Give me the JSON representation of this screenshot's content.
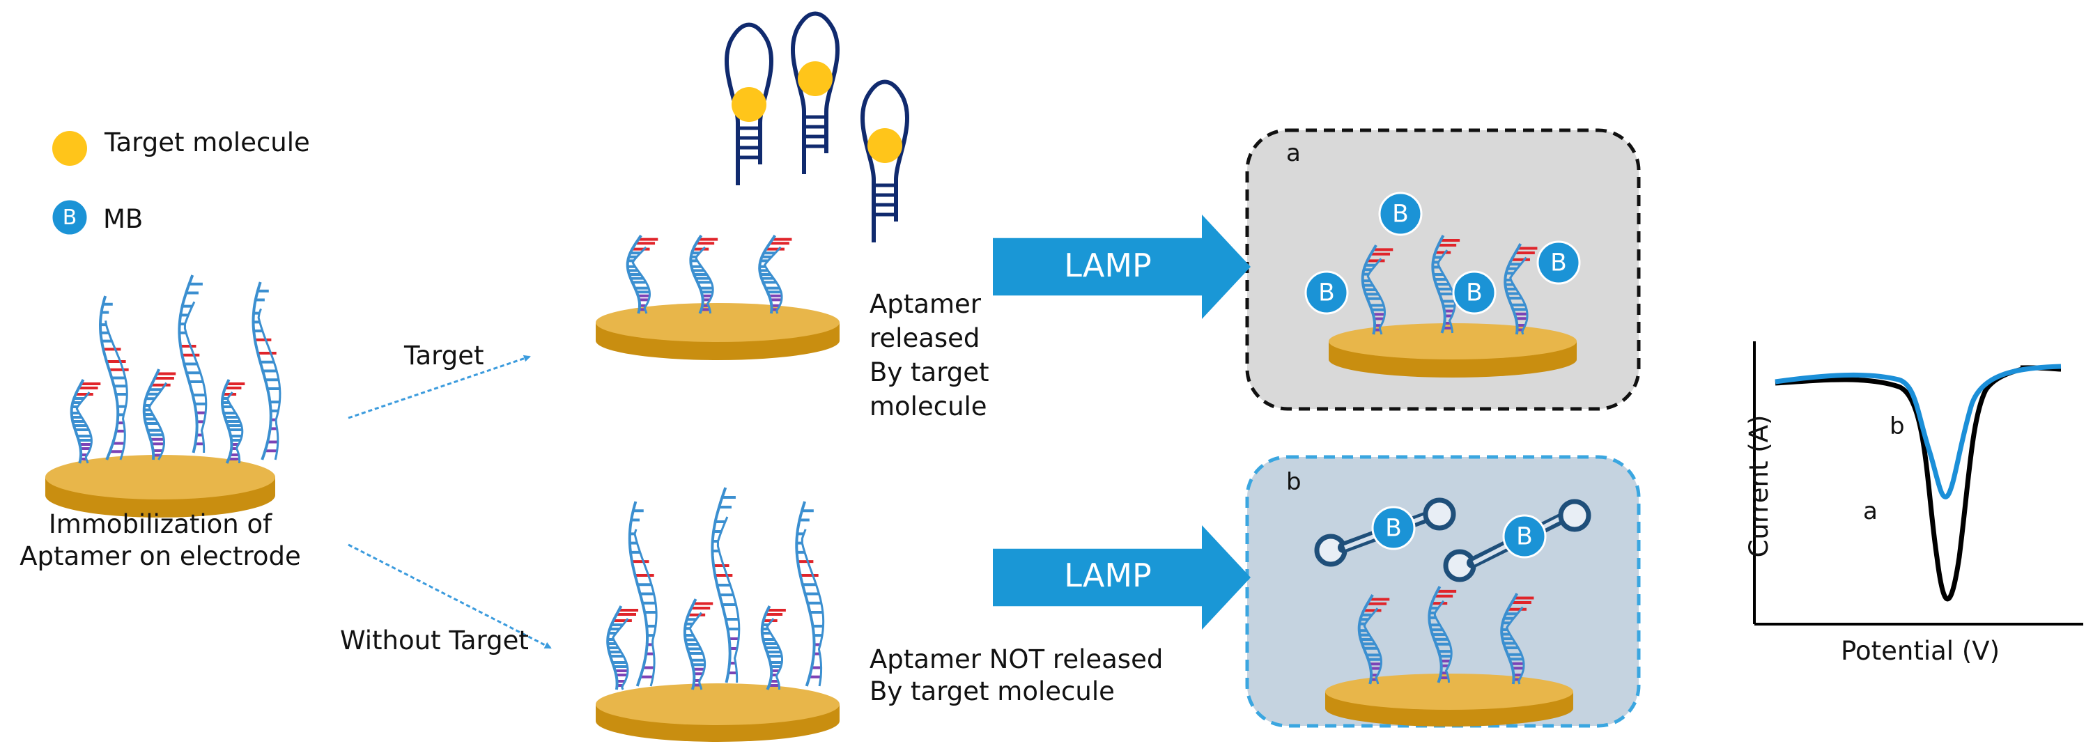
{
  "legend": {
    "target_label": "Target molecule",
    "mb_label": "MB",
    "mb_symbol": "B"
  },
  "initial": {
    "caption_line1": "Immobilization of",
    "caption_line2": "Aptamer on electrode"
  },
  "paths": {
    "target_label": "Target",
    "without_target_label": "Without Target"
  },
  "released": {
    "caption": "Aptamer\nreleased\nBy target\nmolecule"
  },
  "not_released": {
    "caption_line1": "Aptamer NOT released",
    "caption_line2": "By target molecule"
  },
  "lamp": {
    "label_top": "LAMP",
    "label_bottom": "LAMP"
  },
  "panels": {
    "a_letter": "a",
    "b_letter": "b"
  },
  "graph": {
    "ylabel": "Current (A)",
    "xlabel": "Potential (V)",
    "curve_a_label": "a",
    "curve_b_label": "b"
  },
  "colors": {
    "gold_top": "#e8b64a",
    "gold_side": "#c98e10",
    "strand_blue": "#3b8fd0",
    "base_red": "#e0242a",
    "base_purple": "#7b43b6",
    "hairpin_navy": "#102a6e",
    "target_yellow": "#ffc51a",
    "mb_blue": "#1b93d6",
    "arrow_blue": "#1a97d6",
    "panel_a_bg": "#d9d9d9",
    "panel_b_bg": "#c5d3e0",
    "panel_b_border": "#3aa6e0",
    "curve_a": "#000000",
    "curve_b": "#1b8fd8"
  }
}
